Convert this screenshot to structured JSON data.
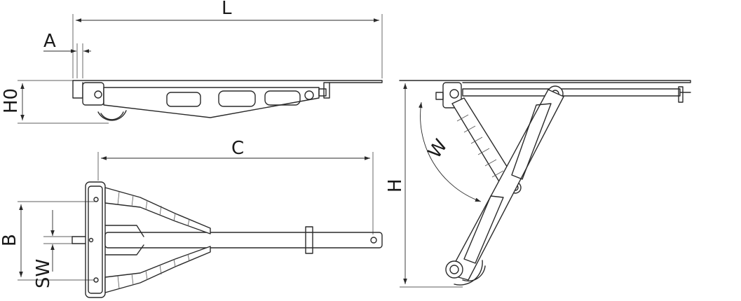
{
  "drawing": {
    "labels": {
      "L": "L",
      "A": "A",
      "H0": "H0",
      "C": "C",
      "B": "B",
      "SW": "SW",
      "H": "H",
      "W": "W"
    },
    "colors": {
      "line": "#2a2a2a",
      "background": "#ffffff"
    }
  }
}
